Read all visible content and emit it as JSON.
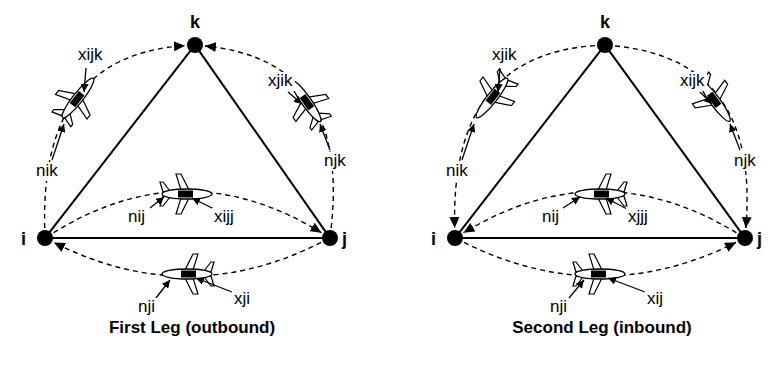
{
  "diagram": {
    "nodes": [
      {
        "text": [
          "k"
        ]
      },
      {
        "text": [
          "i"
        ]
      },
      {
        "text": [
          "j"
        ]
      },
      {
        "text": [
          "k"
        ]
      },
      {
        "text": [
          "i"
        ]
      },
      {
        "text": [
          "j"
        ]
      }
    ],
    "edges": [
      {
        "from": 1,
        "to": 2,
        "arrow": "none"
      },
      {
        "from": 2,
        "to": 0,
        "arrow": "none"
      },
      {
        "from": 1,
        "to": 0,
        "arrow": "none"
      },
      {
        "from": 1,
        "to": 0,
        "arrow": "to"
      },
      {
        "from": 2,
        "to": 0,
        "arrow": "to"
      },
      {
        "from": 1,
        "to": 2,
        "arrow": "to"
      },
      {
        "from": 2,
        "to": 1,
        "arrow": "to"
      },
      {
        "from": 4,
        "to": 5,
        "arrow": "none"
      },
      {
        "from": 5,
        "to": 3,
        "arrow": "none"
      },
      {
        "from": 4,
        "to": 3,
        "arrow": "none"
      },
      {
        "from": 3,
        "to": 4,
        "arrow": "to"
      },
      {
        "from": 3,
        "to": 5,
        "arrow": "to"
      },
      {
        "from": 5,
        "to": 4,
        "arrow": "to"
      },
      {
        "from": 4,
        "to": 5,
        "arrow": "to"
      }
    ],
    "labels": [
      "xijk",
      "nik",
      "xjik",
      "njk",
      "nij",
      "xijj",
      "nji",
      "xji",
      "xjik",
      "nik",
      "xijk",
      "njk",
      "nij",
      "xjjj",
      "nji",
      "xij",
      "First Leg (outbound)",
      "Second Leg (inbound)"
    ]
  }
}
